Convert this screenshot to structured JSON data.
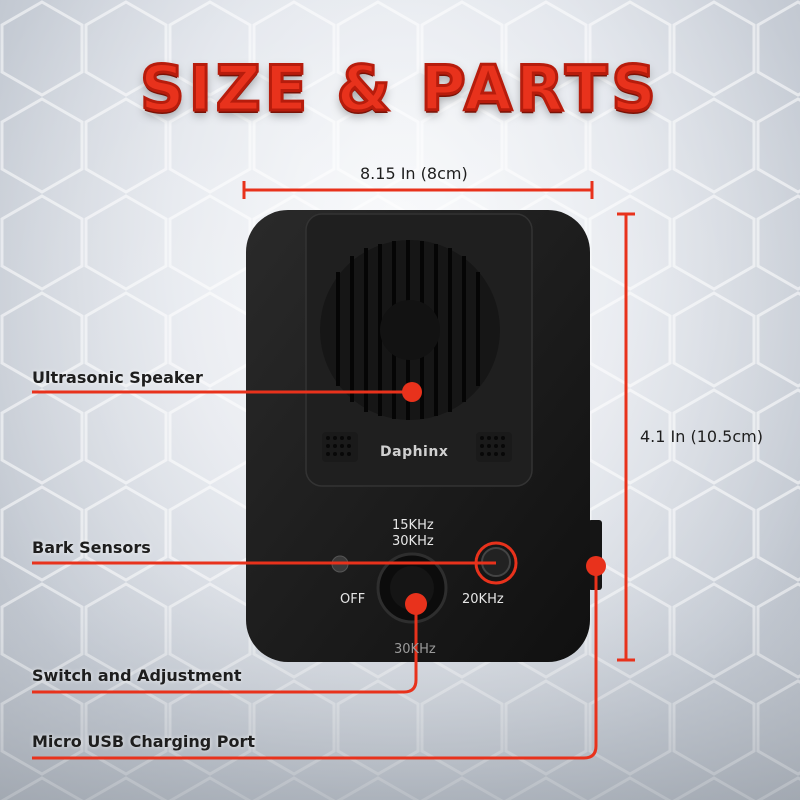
{
  "title": "SIZE & PARTS",
  "dimensions": {
    "width_label": "8.15 In (8cm)",
    "height_label": "4.1 In (10.5cm)"
  },
  "device": {
    "brand": "Daphinx",
    "knob_labels": {
      "top": "15KHz",
      "top_sub": "30KHz",
      "left": "OFF",
      "right": "20KHz",
      "bottom": "30KHz"
    }
  },
  "callouts": [
    {
      "label": "Ultrasonic Speaker"
    },
    {
      "label": "Bark Sensors"
    },
    {
      "label": "Switch and Adjustment"
    },
    {
      "label": "Micro USB Charging Port"
    }
  ],
  "colors": {
    "accent": "#e8321c",
    "device_body": "#1a1a1a",
    "background": "#d9dde3"
  }
}
